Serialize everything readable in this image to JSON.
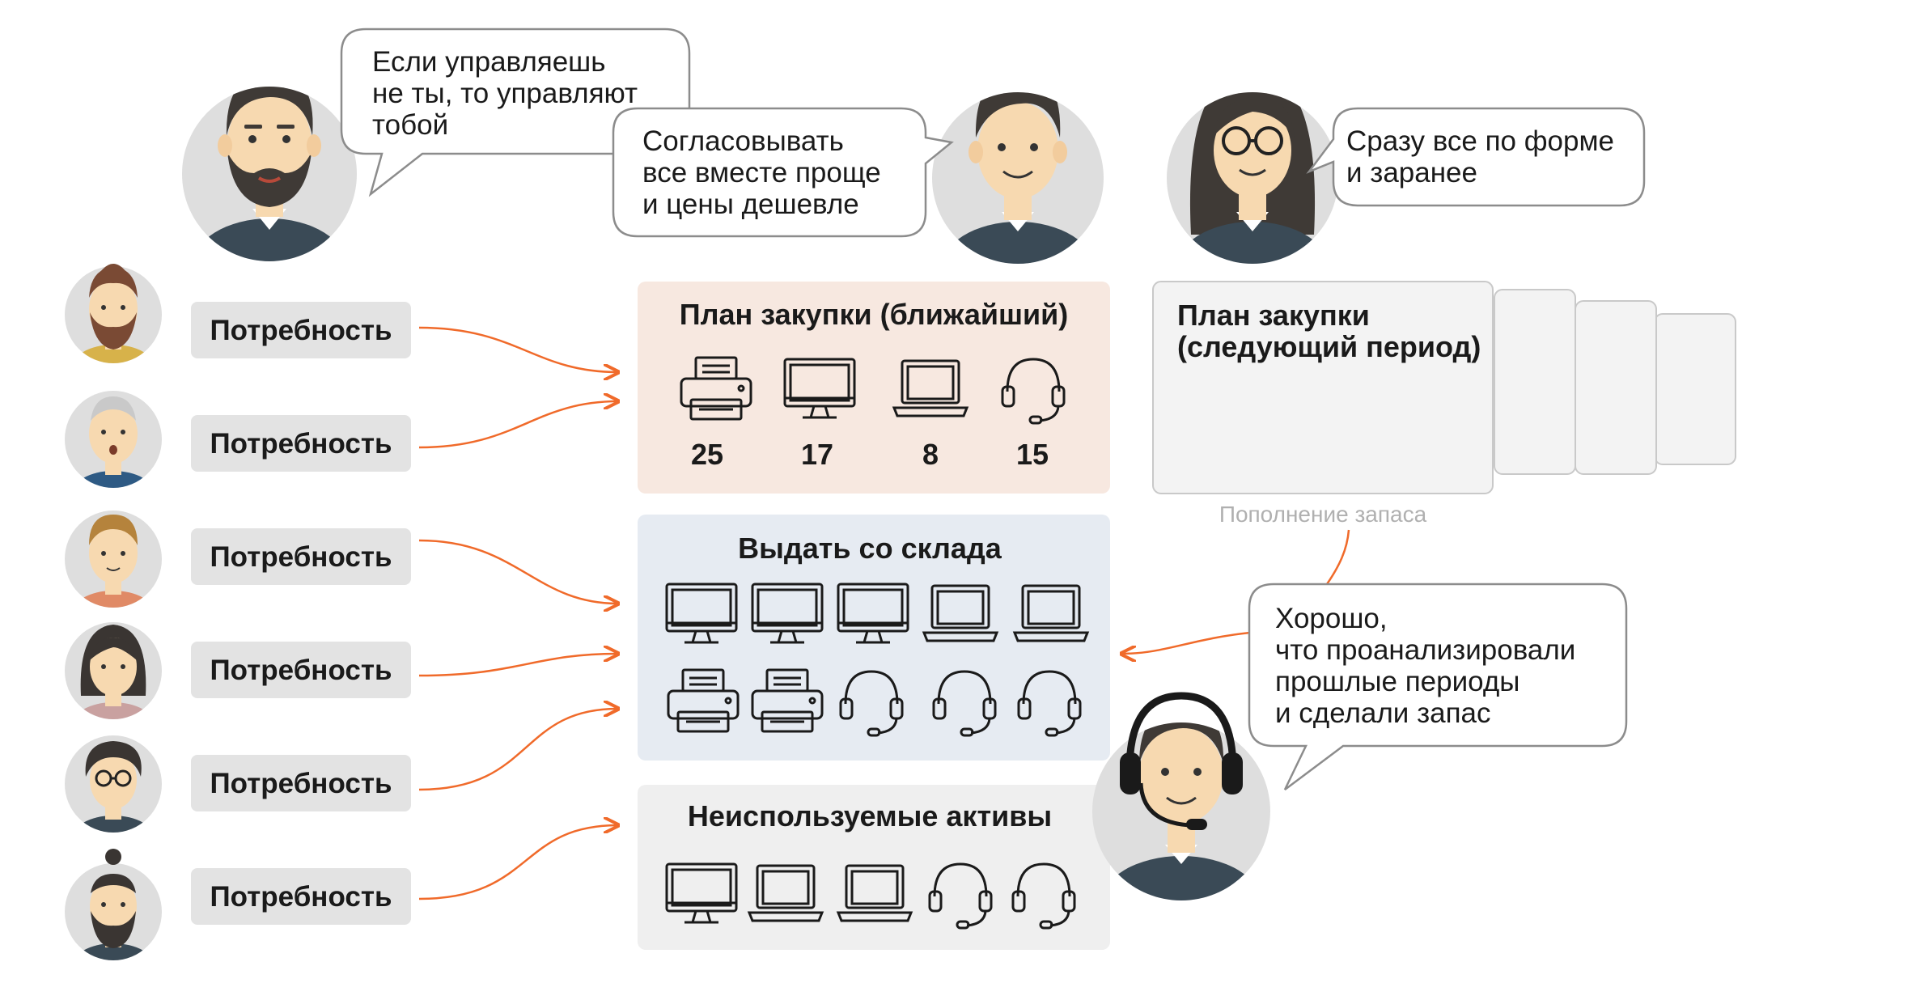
{
  "colors": {
    "accent_orange": "#f06a2a",
    "bubble_border": "#8c8c8c",
    "need_box": "#e3e3e3",
    "panel_plan": "#f7e8e0",
    "panel_warehouse": "#e6ebf2",
    "panel_unused": "#efefef",
    "panel_next": "#f3f3f3",
    "shirt": "#3a4a56",
    "skin": "#f7d9b0",
    "hair": "#3f3a36",
    "avatar_bg": "#dedede"
  },
  "bubbles": {
    "manager": [
      "Если управляешь",
      "не ты, то управляют",
      "тобой"
    ],
    "buyer": [
      "Согласовывать",
      "все вместе проще",
      "и цены дешевле"
    ],
    "planner": [
      "Сразу все по форме",
      "и заранее"
    ],
    "support": [
      "Хорошо,",
      "что проанализировали",
      "прошлые периоды",
      "и сделали запас"
    ]
  },
  "needs": [
    "Потребность",
    "Потребность",
    "Потребность",
    "Потребность",
    "Потребность",
    "Потребность"
  ],
  "panels": {
    "plan": {
      "title": "План закупки (ближайший)",
      "items": [
        {
          "icon": "printer-icon",
          "count": "25"
        },
        {
          "icon": "monitor-icon",
          "count": "17"
        },
        {
          "icon": "laptop-icon",
          "count": "8"
        },
        {
          "icon": "headset-icon",
          "count": "15"
        }
      ]
    },
    "warehouse": {
      "title": "Выдать со склада",
      "row1": [
        "monitor-icon",
        "monitor-icon",
        "monitor-icon",
        "laptop-icon",
        "laptop-icon"
      ],
      "row2": [
        "printer-icon",
        "printer-icon",
        "headset-icon",
        "headset-icon",
        "headset-icon"
      ]
    },
    "unused": {
      "title": "Неиспользуемые активы",
      "row": [
        "monitor-icon",
        "laptop-icon",
        "laptop-icon",
        "headset-icon",
        "headset-icon"
      ]
    },
    "next": {
      "title": [
        "План закупки",
        "(следующий период)"
      ],
      "caption": "Пополнение запаса"
    }
  }
}
